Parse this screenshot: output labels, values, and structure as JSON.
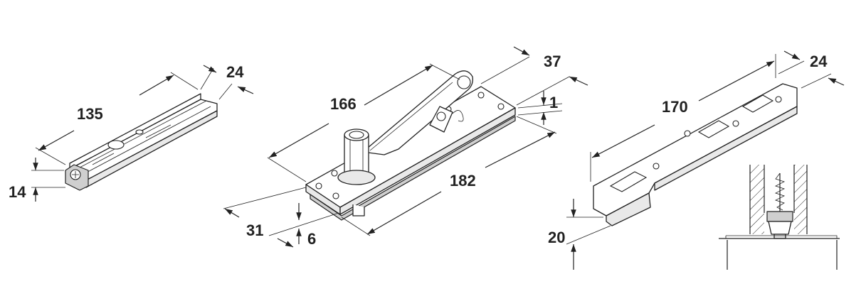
{
  "figures": [
    {
      "id": "short-pivot",
      "dimensions": [
        "135",
        "24",
        "14"
      ]
    },
    {
      "id": "floor-pivot-plate",
      "dimensions": [
        "166",
        "37",
        "1",
        "182",
        "31",
        "6"
      ]
    },
    {
      "id": "top-pivot-bar",
      "dimensions": [
        "170",
        "24",
        "20"
      ]
    }
  ],
  "colors": {
    "line": "#222222",
    "background": "#ffffff",
    "shade": "#e9e9e9",
    "dark_shade": "#cfcfcf"
  }
}
